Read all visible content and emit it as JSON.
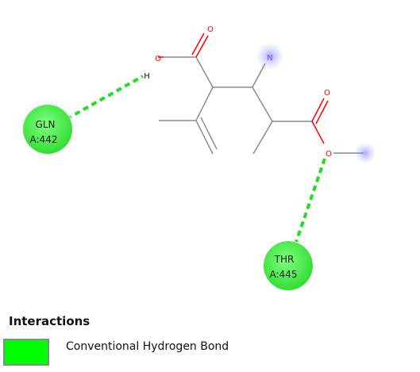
{
  "atoms": {
    "o_carbonyl_1": "O",
    "o_hydroxyl_1": "O",
    "h_hydroxyl": "H",
    "n_amine": "N",
    "o_carbonyl_2": "O",
    "o_ester": "O"
  },
  "residues": [
    {
      "id": "gln",
      "name": "GLN",
      "chain_pos": "A:442"
    },
    {
      "id": "thr",
      "name": "THR",
      "chain_pos": "A:445"
    }
  ],
  "legend": {
    "title": "Interactions",
    "items": [
      {
        "label": "Conventional Hydrogen Bond",
        "color": "#00ff00"
      }
    ]
  },
  "colors": {
    "bond": "#8c8c8c",
    "oxygen": "#ff0000",
    "nitrogen": "#6e6eff",
    "hbond": "#22dd22",
    "residue_fill": "#44ee44"
  }
}
